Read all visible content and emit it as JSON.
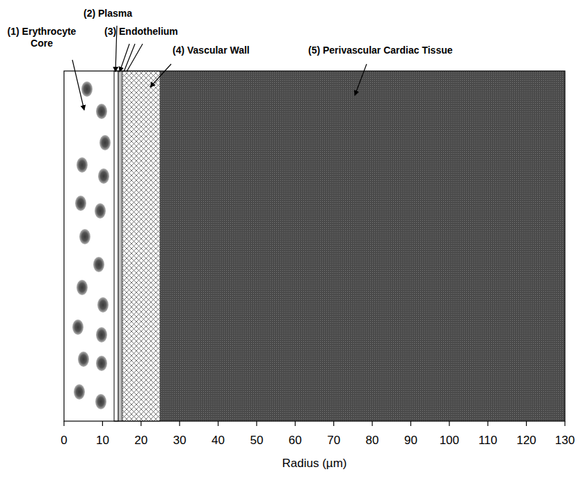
{
  "diagram": {
    "labels": [
      "(1) Erythrocyte Core",
      "(2) Plasma",
      "(3) Endothelium",
      "(4) Vascular Wall",
      "(5) Perivascular Cardiac Tissue",
      "0",
      "10",
      "20",
      "30",
      "40",
      "50",
      "60",
      "70",
      "80",
      "90",
      "100",
      "110",
      "120",
      "130",
      "Radius (µm)"
    ]
  }
}
